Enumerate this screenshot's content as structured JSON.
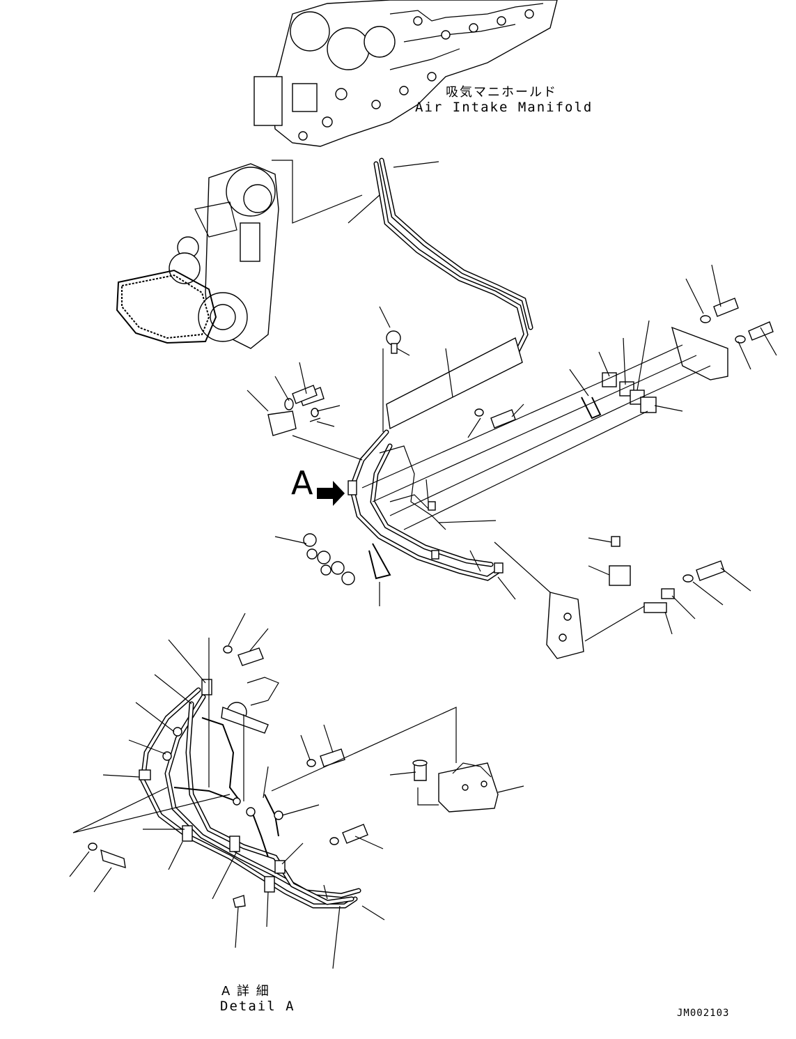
{
  "labels": {
    "manifold_jp": "吸気マニホールド",
    "manifold_en": "Air Intake Manifold",
    "view_marker": "A",
    "detail_jp": "A 詳 細",
    "detail_en": "Detail A",
    "drawing_code": "JM002103"
  },
  "icons": {
    "view_arrow": "right-arrow-icon"
  }
}
